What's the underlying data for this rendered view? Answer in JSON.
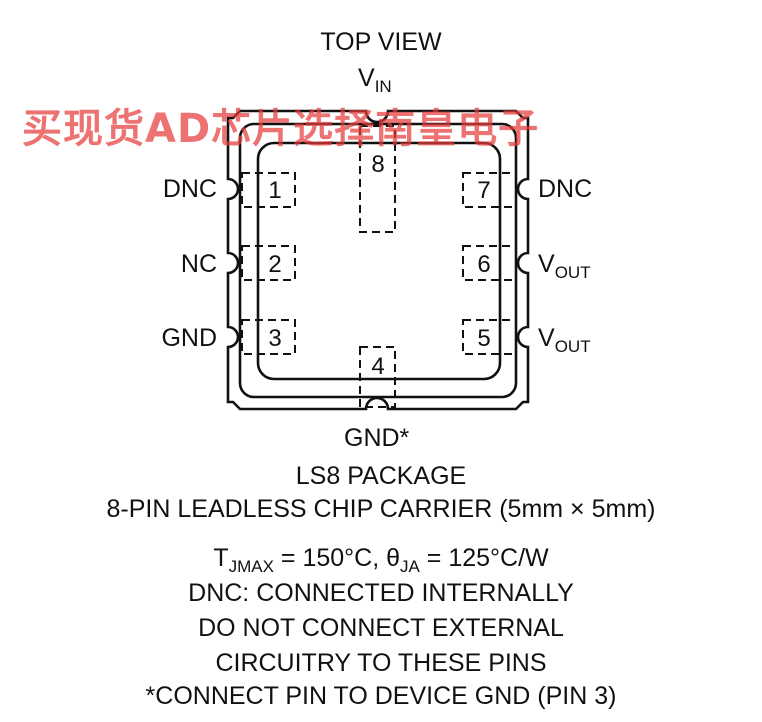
{
  "header": {
    "title": "TOP VIEW"
  },
  "watermark": "买现货AD芯片选择南皇电子",
  "pins": {
    "top": {
      "main": "V",
      "sub": "IN"
    },
    "bottom": "GND*",
    "left": [
      "DNC",
      "NC",
      "GND"
    ],
    "right_7": "DNC",
    "right_6": {
      "main": "V",
      "sub": "OUT"
    },
    "right_5": {
      "main": "V",
      "sub": "OUT"
    },
    "numbers": [
      "1",
      "2",
      "3",
      "4",
      "5",
      "6",
      "7",
      "8"
    ]
  },
  "package": {
    "name": "LS8 PACKAGE",
    "description": "8-PIN LEADLESS CHIP CARRIER (5mm × 5mm)"
  },
  "notes": {
    "thermal": {
      "t": "T",
      "t_sub": "JMAX",
      "mid": " = 150°C, θ",
      "theta_sub": "JA",
      "end": " = 125°C/W"
    },
    "lines": [
      "DNC: CONNECTED INTERNALLY",
      "DO NOT CONNECT EXTERNAL",
      "CIRCUITRY TO THESE PINS",
      "*CONNECT PIN TO DEVICE GND (PIN 3)"
    ]
  }
}
